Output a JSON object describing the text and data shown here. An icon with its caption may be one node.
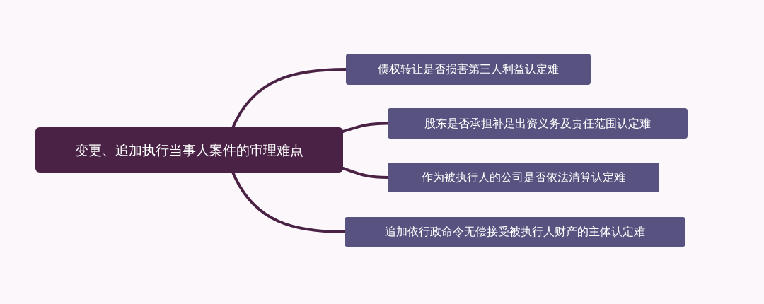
{
  "diagram": {
    "nodes": [
      {
        "text": [
          "变更、追加执行当事人案件的审理难点"
        ]
      },
      {
        "text": [
          "债权转让是否损害第三人利益认定难"
        ]
      },
      {
        "text": [
          "股东是否承担补足出资义务及责任范围认定难"
        ]
      },
      {
        "text": [
          "作为被执行人的公司是否依法清算认定难"
        ]
      },
      {
        "text": [
          "追加依行政命令无偿接受被执行人财产的主体认定难"
        ]
      }
    ],
    "edges": [
      {
        "from": 0,
        "to": 1,
        "arrow": "none"
      },
      {
        "from": 0,
        "to": 2,
        "arrow": "none"
      },
      {
        "from": 0,
        "to": 3,
        "arrow": "none"
      },
      {
        "from": 0,
        "to": 4,
        "arrow": "none"
      }
    ]
  }
}
